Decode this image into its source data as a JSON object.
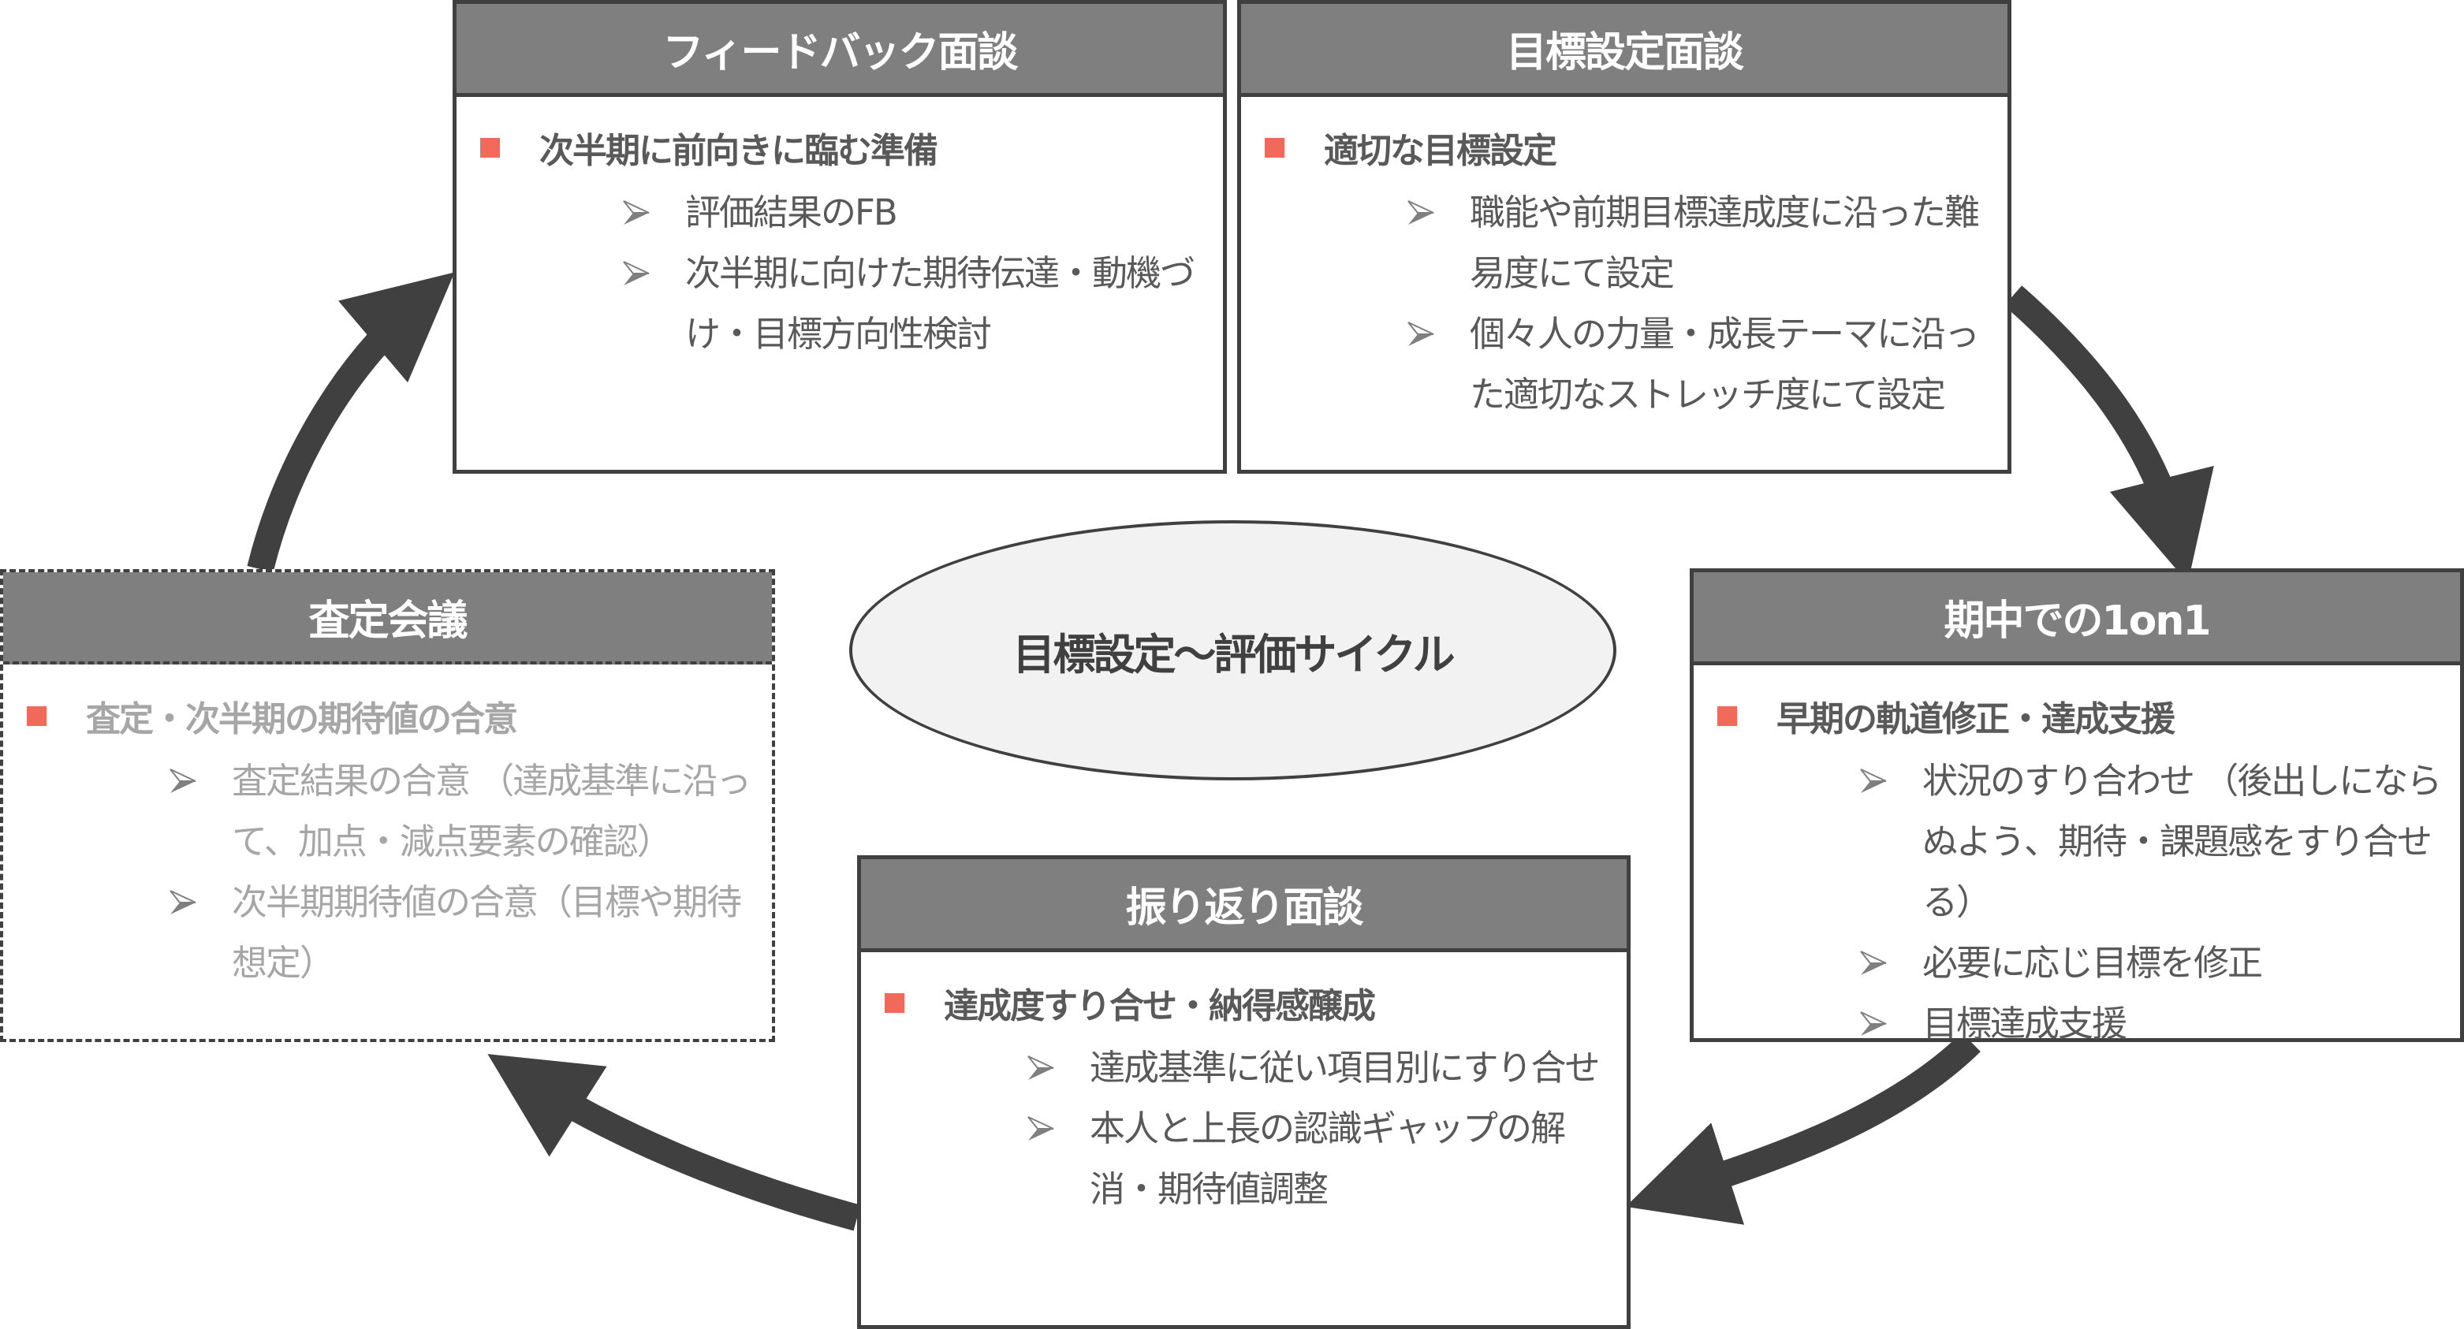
{
  "title": "目標設定～評価サイクル",
  "colors": {
    "header_fill": "#7f7f7f",
    "border": "#404040",
    "bullet_square": "#f0695a",
    "text": "#595959",
    "muted_text": "#a6a6a6",
    "ellipse_fill": "#f2f2f2",
    "arrow": "#404040"
  },
  "boxes": {
    "feedback": {
      "header": "フィードバック面談",
      "lead": "次半期に前向きに臨む準備",
      "items": [
        {
          "text": "評価結果のFB"
        },
        {
          "text": "次半期に向けた期待伝達・動機づけ・目標方向性検討"
        }
      ]
    },
    "goal_setting": {
      "header": "目標設定面談",
      "lead": "適切な目標設定",
      "items": [
        {
          "text": "職能や前期目標達成度に沿った難易度にて設定"
        },
        {
          "text": "個々人の力量・成長テーマに沿った適切なストレッチ度にて設定"
        }
      ]
    },
    "midterm_1on1": {
      "header": "期中での1on1",
      "lead": "早期の軌道修正・達成支援",
      "items": [
        {
          "text": "状況のすり合わせ （後出しにならぬよう、期待・課題感をすり合せる）"
        },
        {
          "text": "必要に応じ目標を修正"
        },
        {
          "text": "目標達成支援"
        }
      ]
    },
    "review": {
      "header": "振り返り面談",
      "lead": "達成度すり合せ・納得感醸成",
      "items": [
        {
          "text": "達成基準に従い項目別にすり合せ"
        },
        {
          "text": "本人と上長の認識ギャップの解消・期待値調整"
        }
      ]
    },
    "assessment": {
      "header": "査定会議",
      "lead": "査定・次半期の期待値の合意",
      "items": [
        {
          "text": "査定結果の合意 （達成基準に沿って、加点・減点要素の確認）"
        },
        {
          "text": "次半期期待値の合意（目標や期待想定）"
        }
      ]
    }
  },
  "icons": {
    "lead_bullet": "square-bullet-icon",
    "sub_bullet": "arrowhead-bullet-icon",
    "cycle_arrow": "curved-arrow-icon"
  }
}
